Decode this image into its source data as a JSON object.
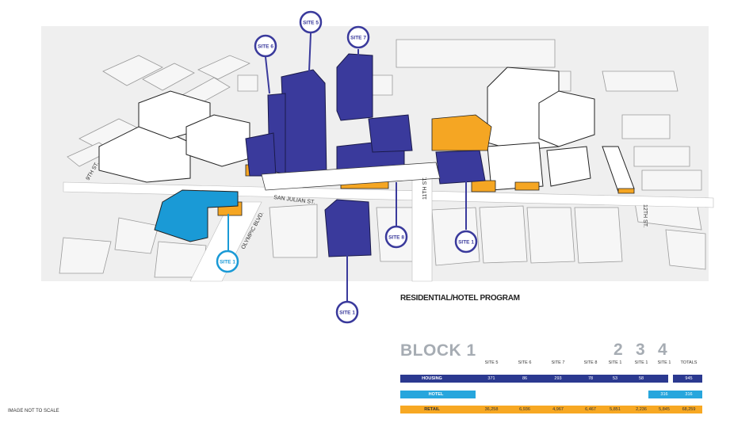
{
  "streets": {
    "ninth": "9TH ST.",
    "san_julian": "SAN JULIAN ST.",
    "olympic": "OLYMPIC BLVD.",
    "eleventh": "11TH ST.",
    "twelfth": "12TH ST."
  },
  "site_markers": [
    {
      "label": "SITE 5",
      "color": "#3a3a9c"
    },
    {
      "label": "SITE 6",
      "color": "#3a3a9c"
    },
    {
      "label": "SITE 7",
      "color": "#3a3a9c"
    },
    {
      "label": "SITE 8",
      "color": "#3a3a9c"
    },
    {
      "label": "SITE 1",
      "color": "#3a3a9c"
    },
    {
      "label": "SITE 1",
      "color": "#1a9ad6"
    },
    {
      "label": "SITE 1",
      "color": "#3a3a9c"
    }
  ],
  "program_title": "RESIDENTIAL/HOTEL PROGRAM",
  "block_title": "BLOCK 1",
  "block_numbers": [
    "2",
    "3",
    "4"
  ],
  "columns": [
    "SITE 5",
    "SITE 6",
    "SITE 7",
    "SITE 8",
    "SITE 1",
    "SITE 1",
    "SITE 1",
    "TOTALS"
  ],
  "rows": {
    "housing": {
      "label": "HOUSING",
      "color": "#2b3990",
      "values": [
        "371",
        "86",
        "293",
        "78",
        "53",
        "58",
        "",
        "945"
      ]
    },
    "hotel": {
      "label": "HOTEL",
      "color": "#27a6dd",
      "values": [
        "",
        "",
        "",
        "",
        "",
        "",
        "316",
        "316"
      ]
    },
    "retail": {
      "label": "RETAIL",
      "color": "#f7a823",
      "values": [
        "36,258",
        "6,936",
        "4,967",
        "6,467",
        "5,851",
        "2,236",
        "5,845",
        "68,259"
      ]
    }
  },
  "colors": {
    "residential": "#3a3a9c",
    "hotel": "#1a9ad6",
    "retail": "#f5a623"
  },
  "note": "IMAGE NOT TO SCALE"
}
